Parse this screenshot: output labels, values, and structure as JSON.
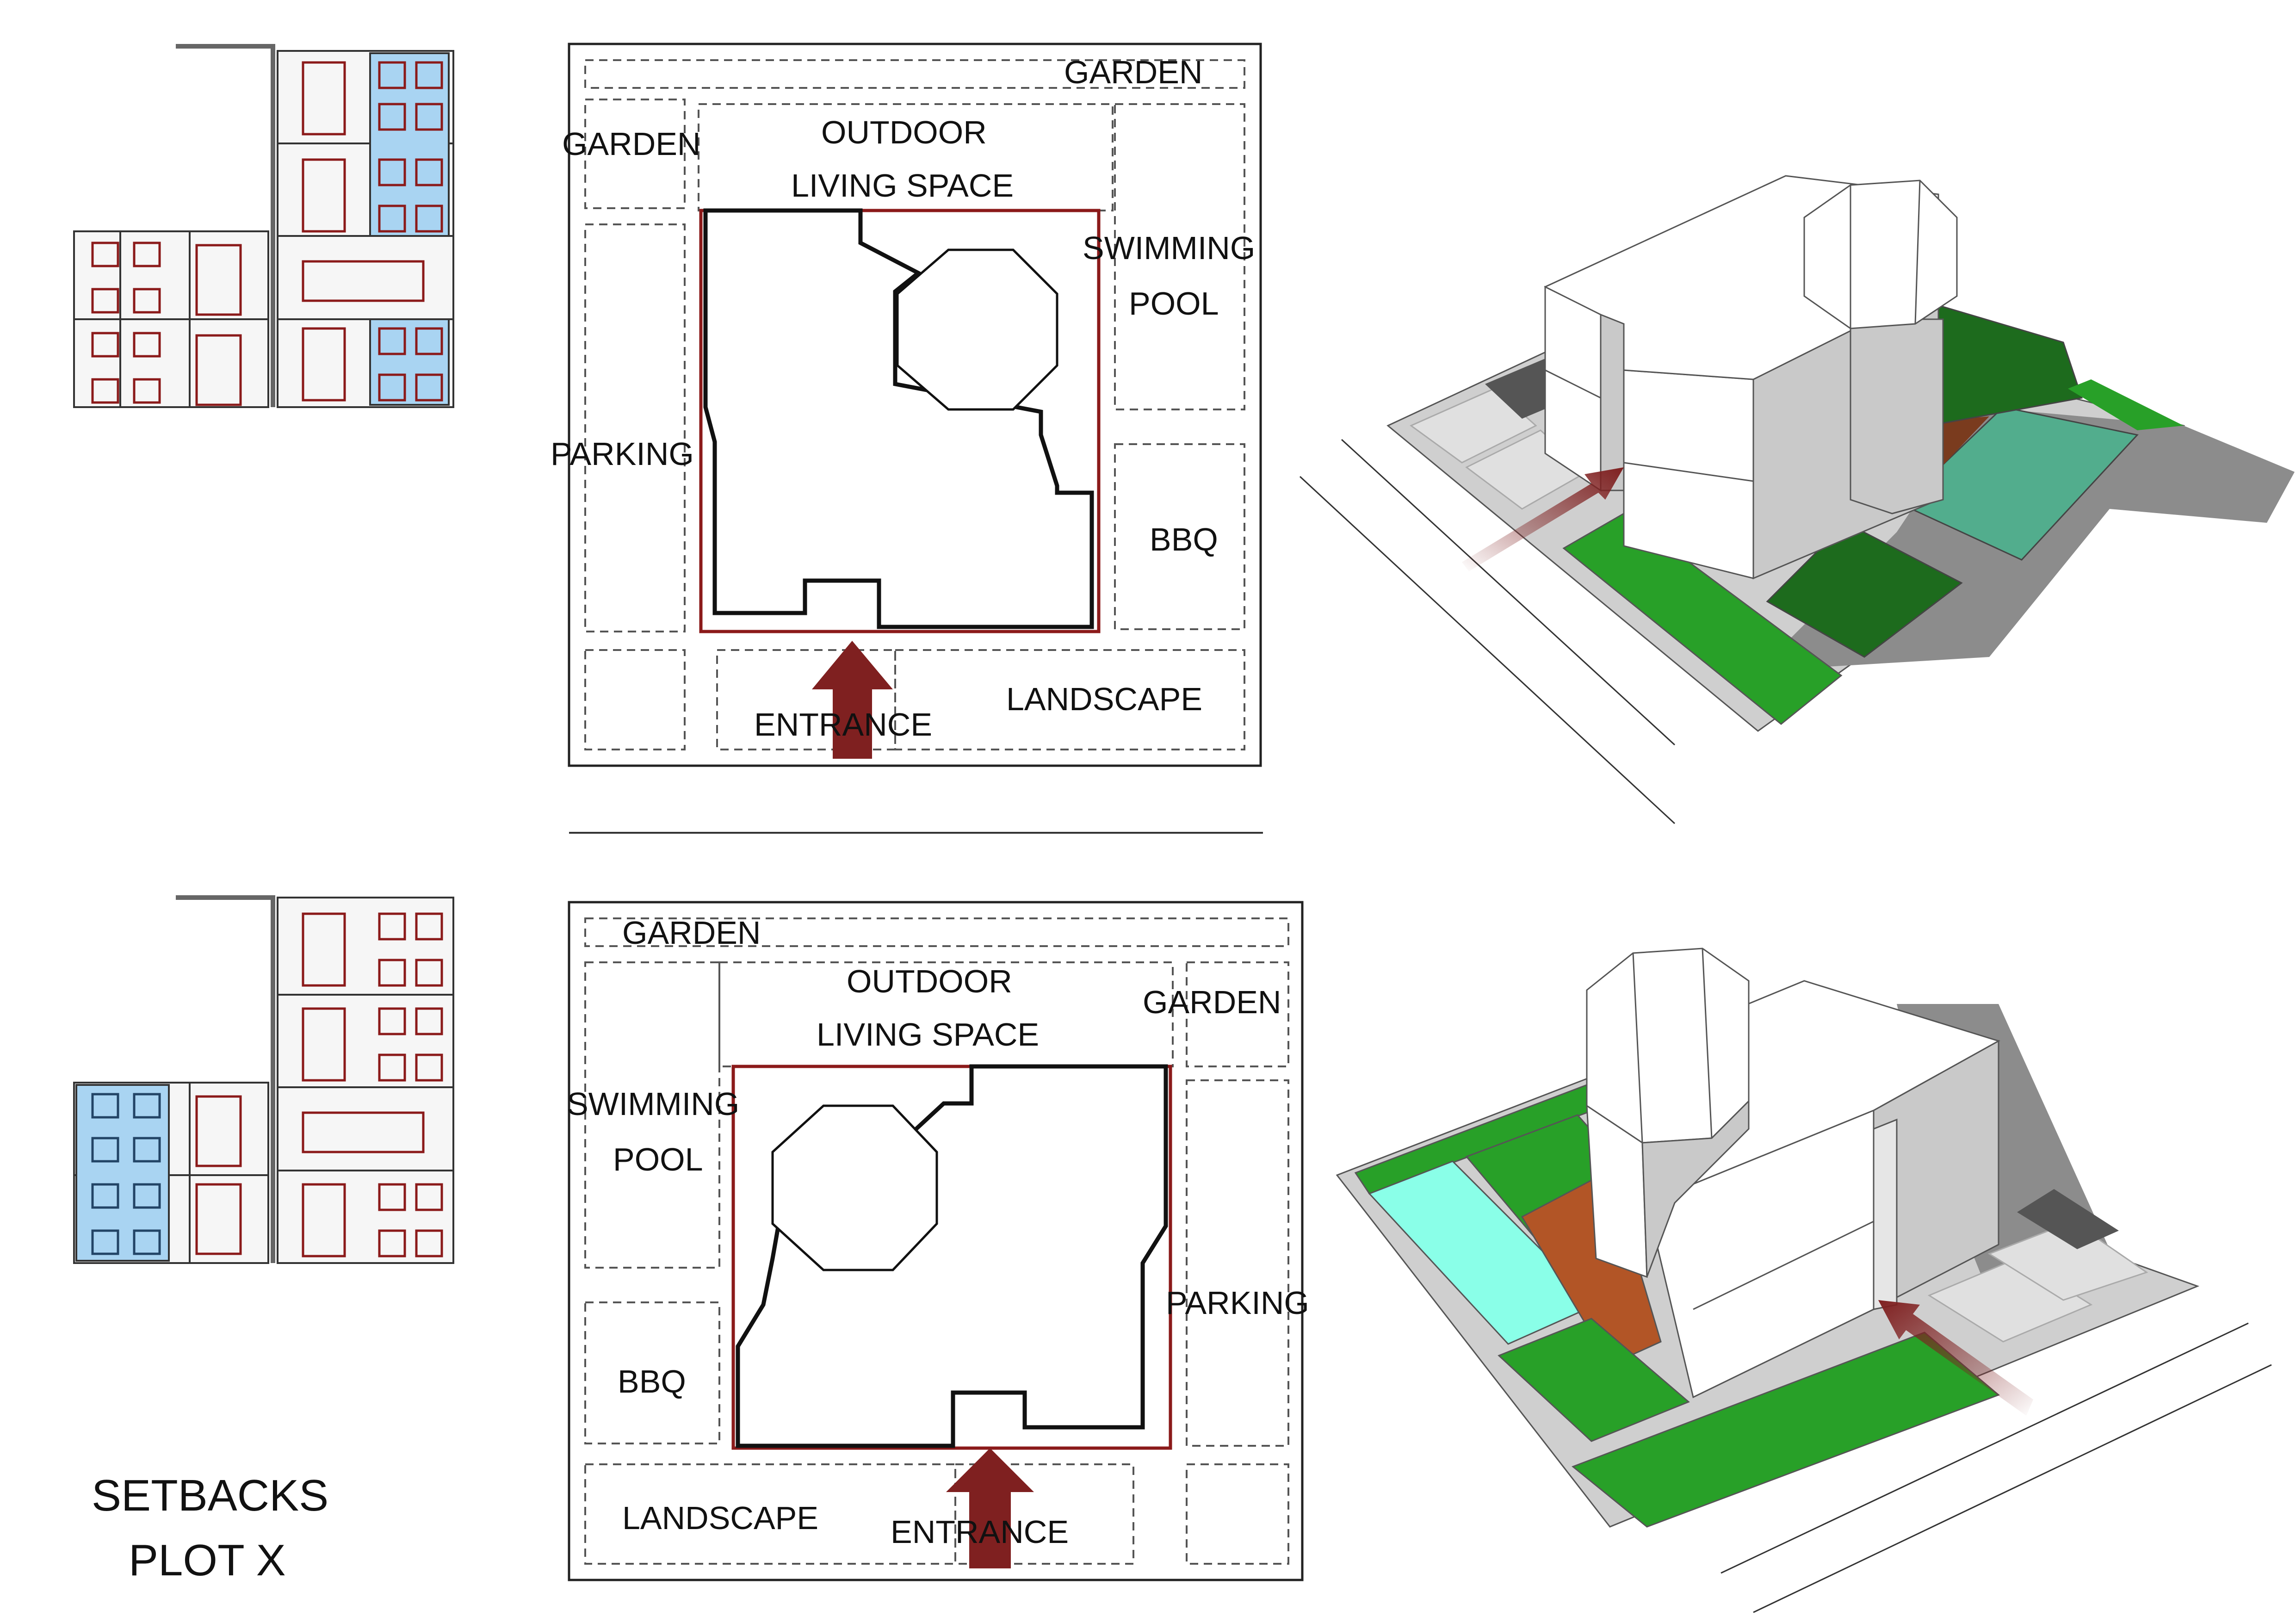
{
  "colors": {
    "site_outline": "#222222",
    "dashed_zone": "#555555",
    "setback_red": "#8b1a1a",
    "arrow": "#7f2020",
    "building_fill": "#ffffff",
    "building_shade": "#c9c9c9",
    "green": "#28a028",
    "dark_green": "#1d6b1d",
    "pool_teal": "#52ad8d",
    "pool_cyan": "#8affe8",
    "brown": "#7a3b1e",
    "brown_light": "#b25526",
    "grey_pad": "#d6d6d6",
    "dark_pad": "#555555",
    "shadow": "#8c8c8c",
    "room_red": "#8b1a1a",
    "room_blue": "#a9d4f2"
  },
  "plan_top": {
    "zones": {
      "garden_top": "GARDEN",
      "garden_left": "GARDEN",
      "outdoor_living_line1": "OUTDOOR",
      "outdoor_living_line2": "LIVING SPACE",
      "swimming_pool_line1": "SWIMMING",
      "swimming_pool_line2": "POOL",
      "parking": "PARKING",
      "bbq": "BBQ",
      "landscape": "LANDSCAPE",
      "entrance": "ENTRANCE"
    }
  },
  "plan_bottom": {
    "zones": {
      "garden_top": "GARDEN",
      "garden_right": "GARDEN",
      "outdoor_living_line1": "OUTDOOR",
      "outdoor_living_line2": "LIVING SPACE",
      "swimming_pool_line1": "SWIMMING",
      "swimming_pool_line2": "POOL",
      "parking": "PARKING",
      "bbq": "BBQ",
      "landscape": "LANDSCAPE",
      "entrance": "ENTRANCE"
    }
  },
  "caption": {
    "line1": "SETBACKS",
    "line2": "PLOT X"
  }
}
